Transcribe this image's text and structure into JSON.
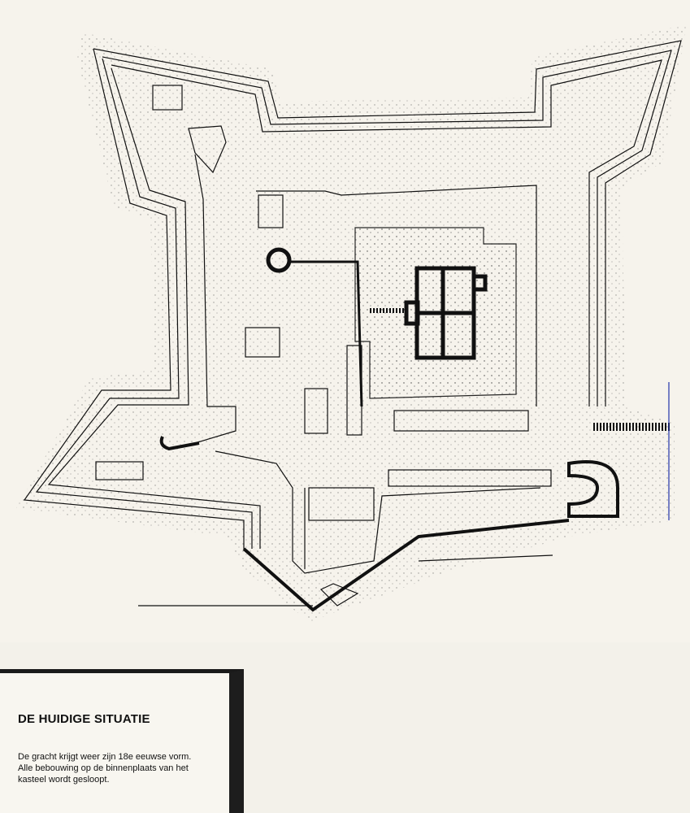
{
  "caption": {
    "title": "DE HUIDIGE SITUATIE",
    "lines": [
      "De gracht krijgt weer zijn 18e eeuwse vorm.",
      "Alle bebouwing op de binnenplaats van het",
      "kasteel wordt gesloopt."
    ]
  },
  "colors": {
    "paper": "#f4f1e8",
    "ink": "#111111",
    "stipple": "#555555"
  }
}
